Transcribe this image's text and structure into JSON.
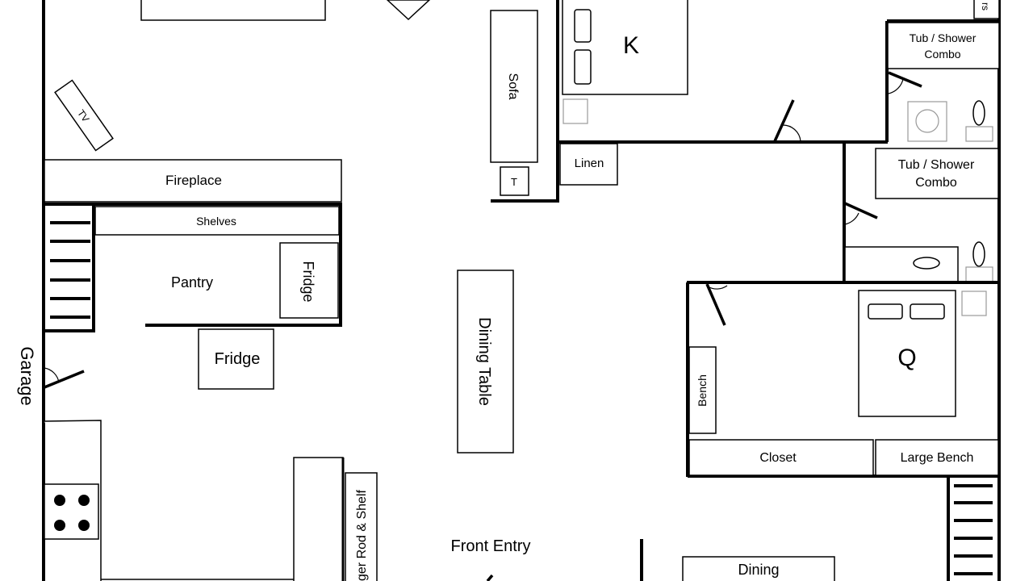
{
  "plan": {
    "labels": {
      "tv": "TV",
      "sofa": "Sofa",
      "side_table": "T",
      "king_bed": "K",
      "queen_bed": "Q",
      "linen": "Linen",
      "fireplace": "Fireplace",
      "shelves": "Shelves",
      "pantry": "Pantry",
      "pantry_fridge": "Fridge",
      "kitchen_fridge": "Fridge",
      "garage": "Garage",
      "dining_table": "Dining Table",
      "tub_shower_1": [
        "Tub / Shower",
        "Combo"
      ],
      "tub_shower_2": [
        "Tub / Shower",
        "Combo"
      ],
      "bench": "Bench",
      "closet": "Closet",
      "large_bench": "Large Bench",
      "hanger_rod": "ger Rod & Shelf",
      "front_entry": "Front Entry",
      "dining": "Dining",
      "stairs_partial": "rs"
    }
  }
}
